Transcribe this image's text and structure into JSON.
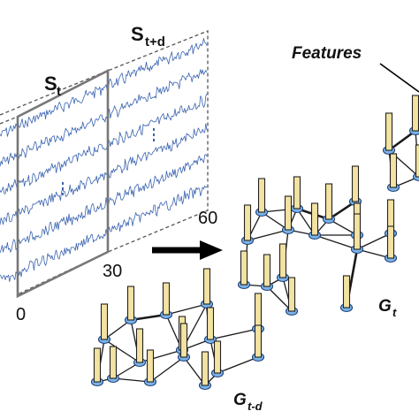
{
  "labels": {
    "window_current": "S",
    "window_current_sub": "t",
    "window_future": "S",
    "window_future_sub": "t+d",
    "features": "Features",
    "graph_current": "G",
    "graph_current_sub": "t",
    "graph_past": "G",
    "graph_past_sub": "t-d"
  },
  "axis_ticks": [
    "0",
    "30",
    "60"
  ],
  "signal_rows": 6,
  "colors": {
    "signal": "#3a63b0",
    "node": "#7ab3e8",
    "bar": "#f3e3a2",
    "outline": "#222222",
    "arrow": "#000000"
  }
}
